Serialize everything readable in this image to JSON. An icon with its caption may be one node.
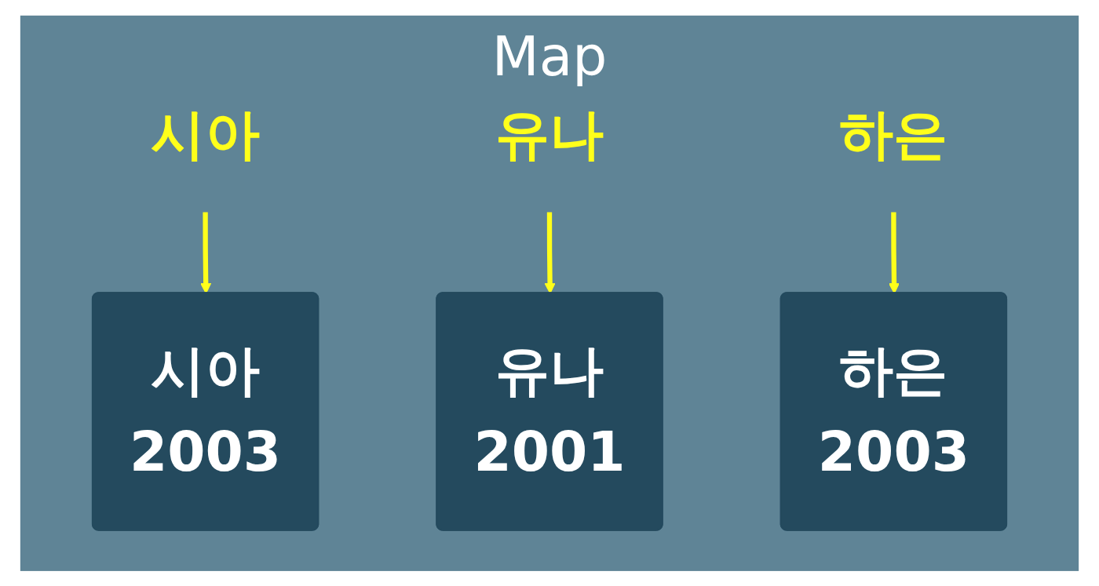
{
  "diagram": {
    "nodes": [
      {
        "text": [
          "Map"
        ]
      },
      {
        "text": [
          "시아"
        ],
        "in": 0
      },
      {
        "text": [
          "시아",
          "2003"
        ],
        "in": 0
      },
      {
        "text": [
          "유나"
        ],
        "in": 0
      },
      {
        "text": [
          "유나",
          "2001"
        ],
        "in": 0
      },
      {
        "text": [
          "하은"
        ],
        "in": 0
      },
      {
        "text": [
          "하은",
          "2003"
        ],
        "in": 0
      }
    ],
    "edges": [
      {
        "from": 1,
        "to": 2,
        "arrow": "to"
      },
      {
        "from": 3,
        "to": 4,
        "arrow": "to"
      },
      {
        "from": 5,
        "to": 6,
        "arrow": "to"
      }
    ]
  }
}
